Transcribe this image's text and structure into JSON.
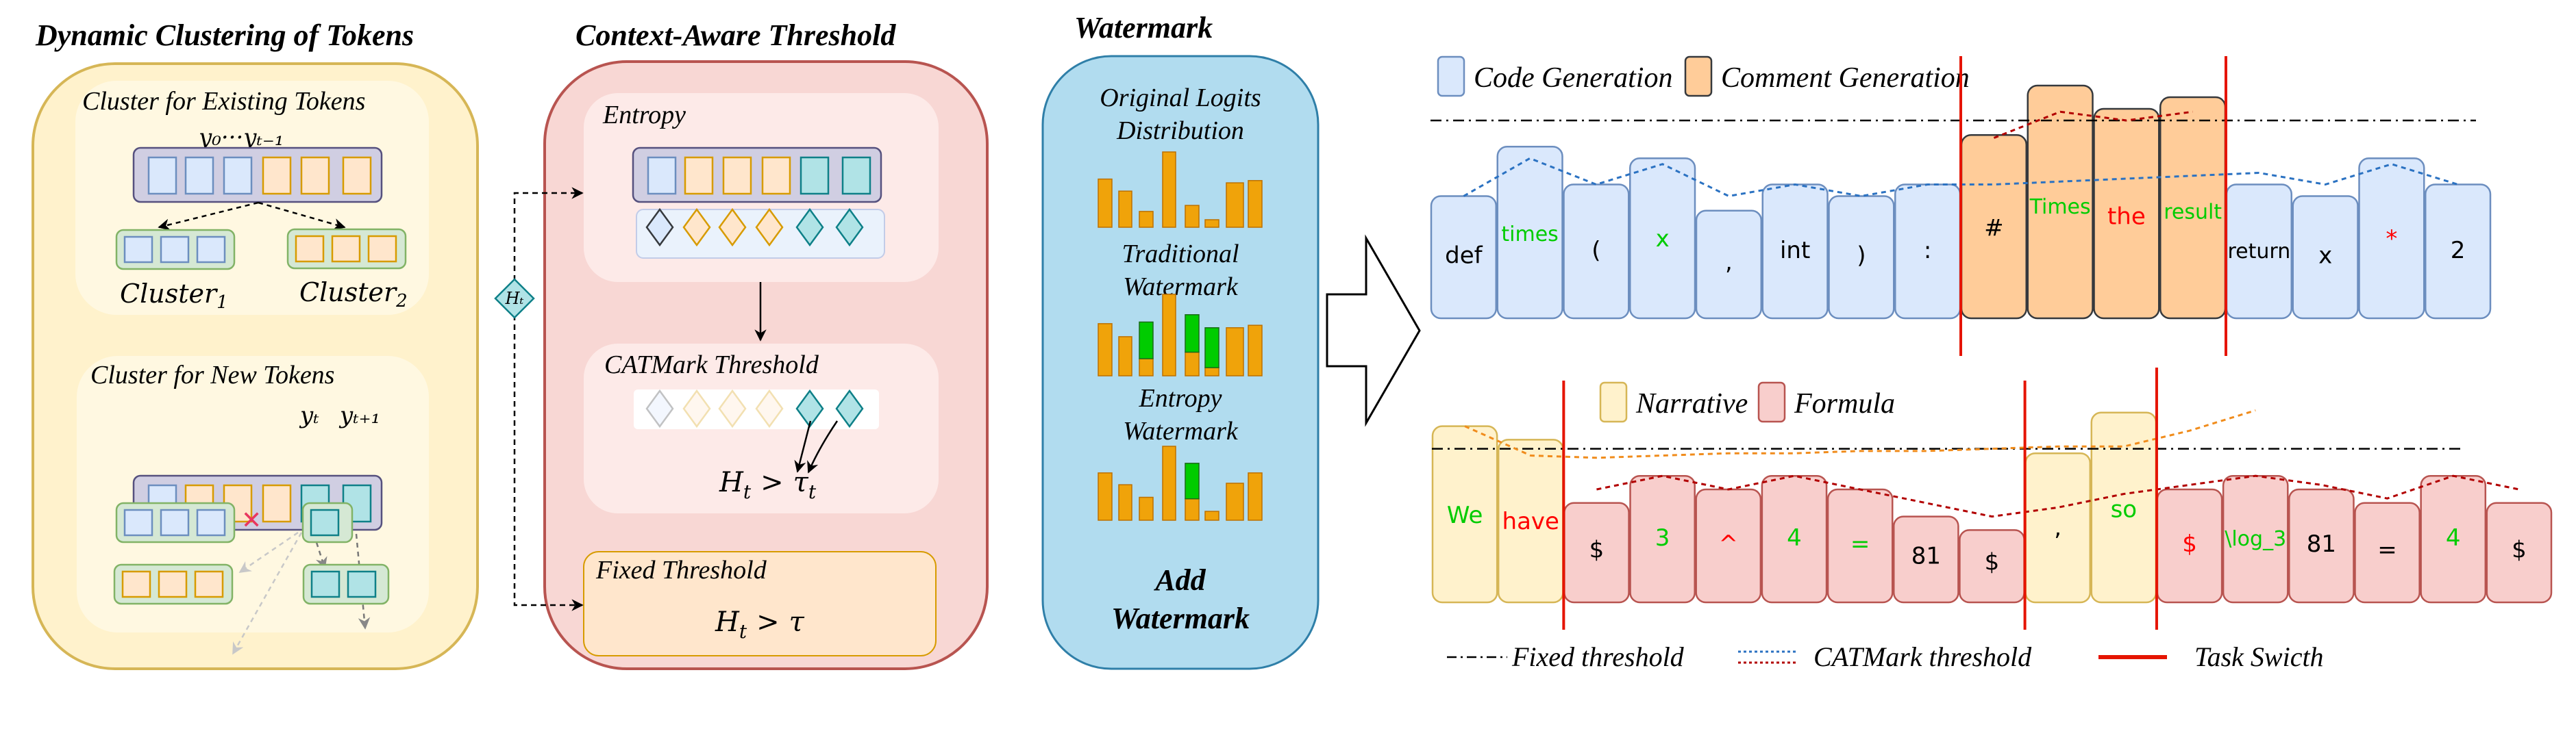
{
  "colors": {
    "yellow_panel_fill": "#fff2cc",
    "yellow_panel_stroke": "#d6b656",
    "yellow_inner_fill": "#fff8e1",
    "red_panel_fill": "#f8d7d4",
    "red_panel_stroke": "#b85450",
    "red_inner_fill": "#fdeae8",
    "blue_panel_fill": "#b1dcef",
    "blue_panel_stroke": "#2f7fa8",
    "token_blue_fill": "#dae8fc",
    "token_blue_stroke": "#6c8ebf",
    "token_orange_fill": "#ffe6cc",
    "token_orange_stroke": "#d79b00",
    "token_teal_fill": "#b0e3e6",
    "token_teal_stroke": "#0e8088",
    "seq_fill": "#d0cee2",
    "seq_stroke": "#56517e",
    "cluster_fill": "#d5e8d4",
    "cluster_stroke": "#82b366",
    "bar_orange": "#f0a30a",
    "bar_orange_stroke": "#bd7000",
    "bar_green": "#00cc00",
    "code_fill": "#dae8fc",
    "code_stroke": "#6c8ebf",
    "comment_fill": "#ffcc99",
    "comment_stroke": "#36393d",
    "narrative_fill": "#fff2cc",
    "narrative_stroke": "#d6b656",
    "formula_fill": "#f8cecc",
    "formula_stroke": "#b85450",
    "task_switch": "#e51400",
    "catmark_blue": "#2b72c2",
    "catmark_red": "#b20000",
    "catmark_orange": "#f08c1c",
    "tok_green": "#00cc00",
    "tok_red": "#ff0000",
    "tok_black": "#000000"
  },
  "panels": {
    "clustering": {
      "title": "Dynamic Clustering of Tokens",
      "existing": {
        "title": "Cluster for Existing Tokens",
        "seq_label": "y₀···yₜ₋₁",
        "sequence": [
          "blue",
          "blue",
          "blue",
          "orange",
          "orange",
          "orange"
        ],
        "clusters": [
          {
            "label": "Cluster",
            "subscript": "1",
            "tokens": [
              "blue",
              "blue",
              "blue"
            ]
          },
          {
            "label": "Cluster",
            "subscript": "2",
            "tokens": [
              "orange",
              "orange",
              "orange"
            ]
          }
        ]
      },
      "new": {
        "title": "Cluster for New Tokens",
        "yt_label": "yₜ",
        "yt1_label": "yₜ₊₁",
        "sequence": [
          "blue",
          "orange",
          "orange",
          "orange",
          "teal",
          "teal"
        ],
        "reject_mark": "✕",
        "clusters": [
          {
            "tokens": [
              "blue",
              "blue",
              "blue"
            ]
          },
          {
            "tokens": [
              "teal"
            ]
          },
          {
            "tokens": [
              "orange",
              "orange",
              "orange"
            ]
          },
          {
            "tokens": [
              "teal",
              "teal"
            ]
          }
        ]
      }
    },
    "threshold": {
      "title": "Context-Aware Threshold",
      "ht_diamond": "Hₜ",
      "entropy": {
        "title": "Entropy",
        "sequence": [
          "blue",
          "orange",
          "orange",
          "orange",
          "teal",
          "teal"
        ],
        "diamonds": [
          "blue",
          "orange",
          "orange",
          "orange",
          "teal",
          "teal"
        ]
      },
      "catmark": {
        "title": "CATMark Threshold",
        "diamonds_faded": [
          true,
          true,
          true,
          true,
          false,
          false
        ],
        "diamonds": [
          "blue",
          "orange",
          "orange",
          "orange",
          "teal",
          "teal"
        ],
        "formula_lhs": "H",
        "formula_lhs_sub": "t",
        "formula_op": ">",
        "formula_rhs": "τ",
        "formula_rhs_sub": "t"
      },
      "fixed": {
        "title": "Fixed Threshold",
        "formula_lhs": "H",
        "formula_lhs_sub": "t",
        "formula_op": ">",
        "formula_rhs": "τ"
      }
    },
    "watermark": {
      "title": "Watermark",
      "sections": [
        {
          "title_lines": [
            "Original Logits",
            "Distribution"
          ],
          "bars": [
            {
              "orange": 0.64,
              "green": 0
            },
            {
              "orange": 0.48,
              "green": 0
            },
            {
              "orange": 0.21,
              "green": 0
            },
            {
              "orange": 1.0,
              "green": 0
            },
            {
              "orange": 0.29,
              "green": 0
            },
            {
              "orange": 0.1,
              "green": 0
            },
            {
              "orange": 0.59,
              "green": 0
            },
            {
              "orange": 0.62,
              "green": 0
            }
          ]
        },
        {
          "title_lines": [
            "Traditional",
            "Watermark"
          ],
          "bars": [
            {
              "orange": 0.64,
              "green": 0
            },
            {
              "orange": 0.48,
              "green": 0
            },
            {
              "orange": 0.21,
              "green": 0.45
            },
            {
              "orange": 1.0,
              "green": 0
            },
            {
              "orange": 0.29,
              "green": 0.46
            },
            {
              "orange": 0.1,
              "green": 0.49
            },
            {
              "orange": 0.59,
              "green": 0
            },
            {
              "orange": 0.62,
              "green": 0
            }
          ]
        },
        {
          "title_lines": [
            "Entropy",
            "Watermark"
          ],
          "bars": [
            {
              "orange": 0.64,
              "green": 0
            },
            {
              "orange": 0.48,
              "green": 0
            },
            {
              "orange": 0.31,
              "green": 0
            },
            {
              "orange": 1.0,
              "green": 0
            },
            {
              "orange": 0.29,
              "green": 0.48
            },
            {
              "orange": 0.12,
              "green": 0
            },
            {
              "orange": 0.5,
              "green": 0
            },
            {
              "orange": 0.64,
              "green": 0
            }
          ]
        }
      ],
      "footer_lines": [
        "Add",
        "Watermark"
      ]
    }
  },
  "chart_data": [
    {
      "type": "bar",
      "title": "",
      "legend": [
        {
          "name": "Code Generation",
          "color": "#dae8fc"
        },
        {
          "name": "Comment Generation",
          "color": "#ffcc99"
        }
      ],
      "legend_position": "top-left",
      "fixed_threshold": 0.68,
      "ylim": [
        0,
        1
      ],
      "task_switch_after": [
        8,
        12
      ],
      "tokens": [
        {
          "text": "def",
          "category": "Code Generation",
          "value": 0.42,
          "text_color": "black"
        },
        {
          "text": "times",
          "category": "Code Generation",
          "value": 0.59,
          "text_color": "green"
        },
        {
          "text": "(",
          "category": "Code Generation",
          "value": 0.46,
          "text_color": "black"
        },
        {
          "text": "x",
          "category": "Code Generation",
          "value": 0.55,
          "text_color": "green"
        },
        {
          "text": ",",
          "category": "Code Generation",
          "value": 0.37,
          "text_color": "black"
        },
        {
          "text": "int",
          "category": "Code Generation",
          "value": 0.46,
          "text_color": "black"
        },
        {
          "text": ")",
          "category": "Code Generation",
          "value": 0.42,
          "text_color": "black"
        },
        {
          "text": ":",
          "category": "Code Generation",
          "value": 0.46,
          "text_color": "black"
        },
        {
          "text": "#",
          "category": "Comment Generation",
          "value": 0.63,
          "text_color": "black"
        },
        {
          "text": "Times",
          "category": "Comment Generation",
          "value": 0.8,
          "text_color": "green"
        },
        {
          "text": "the",
          "category": "Comment Generation",
          "value": 0.72,
          "text_color": "red"
        },
        {
          "text": "result",
          "category": "Comment Generation",
          "value": 0.76,
          "text_color": "green"
        },
        {
          "text": "return",
          "category": "Code Generation",
          "value": 0.46,
          "text_color": "black"
        },
        {
          "text": "x",
          "category": "Code Generation",
          "value": 0.42,
          "text_color": "black"
        },
        {
          "text": "*",
          "category": "Code Generation",
          "value": 0.55,
          "text_color": "red"
        },
        {
          "text": "2",
          "category": "Code Generation",
          "value": 0.46,
          "text_color": "black"
        }
      ],
      "catmark_blue": [
        0.42,
        0.55,
        0.46,
        0.53,
        0.42,
        0.46,
        0.42,
        0.46,
        0.46,
        0.47,
        0.48,
        0.49,
        0.5,
        0.46,
        0.53,
        0.46
      ],
      "catmark_red": {
        "start_index": 8,
        "values": [
          0.62,
          0.71,
          0.68,
          0.71
        ]
      }
    },
    {
      "type": "bar",
      "title": "",
      "legend": [
        {
          "name": "Narrative",
          "color": "#fff2cc"
        },
        {
          "name": "Formula",
          "color": "#f8cecc"
        }
      ],
      "legend_position": "top-center",
      "fixed_threshold": 0.68,
      "ylim": [
        0,
        1
      ],
      "task_switch_after": [
        2,
        9,
        11
      ],
      "tokens": [
        {
          "text": "We",
          "category": "Narrative",
          "value": 0.78,
          "text_color": "green"
        },
        {
          "text": "have",
          "category": "Narrative",
          "value": 0.72,
          "text_color": "red"
        },
        {
          "text": "$",
          "category": "Formula",
          "value": 0.44,
          "text_color": "black"
        },
        {
          "text": "3",
          "category": "Formula",
          "value": 0.56,
          "text_color": "green"
        },
        {
          "text": "^",
          "category": "Formula",
          "value": 0.5,
          "text_color": "red"
        },
        {
          "text": "4",
          "category": "Formula",
          "value": 0.56,
          "text_color": "green"
        },
        {
          "text": "=",
          "category": "Formula",
          "value": 0.5,
          "text_color": "green"
        },
        {
          "text": "81",
          "category": "Formula",
          "value": 0.38,
          "text_color": "black"
        },
        {
          "text": "$",
          "category": "Formula",
          "value": 0.32,
          "text_color": "black"
        },
        {
          "text": ",",
          "category": "Narrative",
          "value": 0.66,
          "text_color": "black"
        },
        {
          "text": "so",
          "category": "Narrative",
          "value": 0.84,
          "text_color": "green"
        },
        {
          "text": "$",
          "category": "Formula",
          "value": 0.5,
          "text_color": "red"
        },
        {
          "text": "\\log_3",
          "category": "Formula",
          "value": 0.56,
          "text_color": "green"
        },
        {
          "text": "81",
          "category": "Formula",
          "value": 0.5,
          "text_color": "black"
        },
        {
          "text": "=",
          "category": "Formula",
          "value": 0.44,
          "text_color": "black"
        },
        {
          "text": "4",
          "category": "Formula",
          "value": 0.56,
          "text_color": "green"
        },
        {
          "text": "$",
          "category": "Formula",
          "value": 0.44,
          "text_color": "black"
        }
      ],
      "catmark_orange": [
        0.78,
        0.65,
        0.64,
        0.65,
        0.66,
        0.66,
        0.67,
        0.67,
        0.68,
        0.69,
        0.69,
        0.76,
        0.85
      ],
      "catmark_red": [
        null,
        null,
        0.5,
        0.56,
        0.5,
        0.56,
        0.5,
        0.44,
        0.38,
        0.42,
        0.48,
        0.52,
        0.56,
        0.52,
        0.46,
        0.56,
        0.5
      ]
    }
  ],
  "bottom_legend": {
    "fixed": "Fixed threshold",
    "catmark": "CATMark threshold",
    "switch": "Task Swicth"
  }
}
